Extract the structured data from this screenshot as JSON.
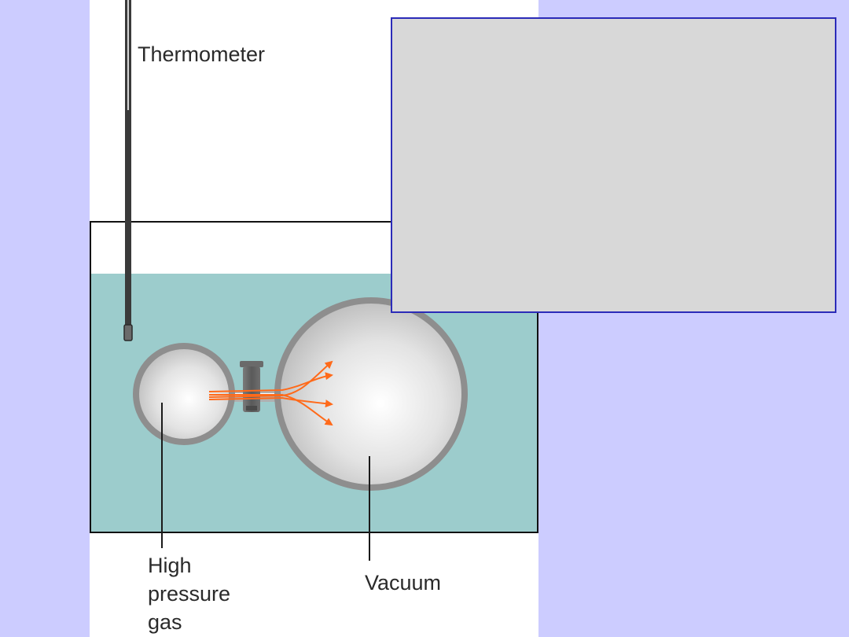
{
  "labels": {
    "thermometer": "Thermometer",
    "high_pressure_gas_line1": "High",
    "high_pressure_gas_line2": "pressure",
    "high_pressure_gas_line3": "gas",
    "vacuum": "Vacuum"
  },
  "colors": {
    "slide_background": "#ccccff",
    "panel_background": "#ffffff",
    "water": "#9ccccc",
    "flask_rim": "#8e8e8e",
    "gas_flow": "#ff6a1a",
    "overlay_box_fill": "#d8d8d8",
    "overlay_box_border": "#2b2bb8"
  }
}
